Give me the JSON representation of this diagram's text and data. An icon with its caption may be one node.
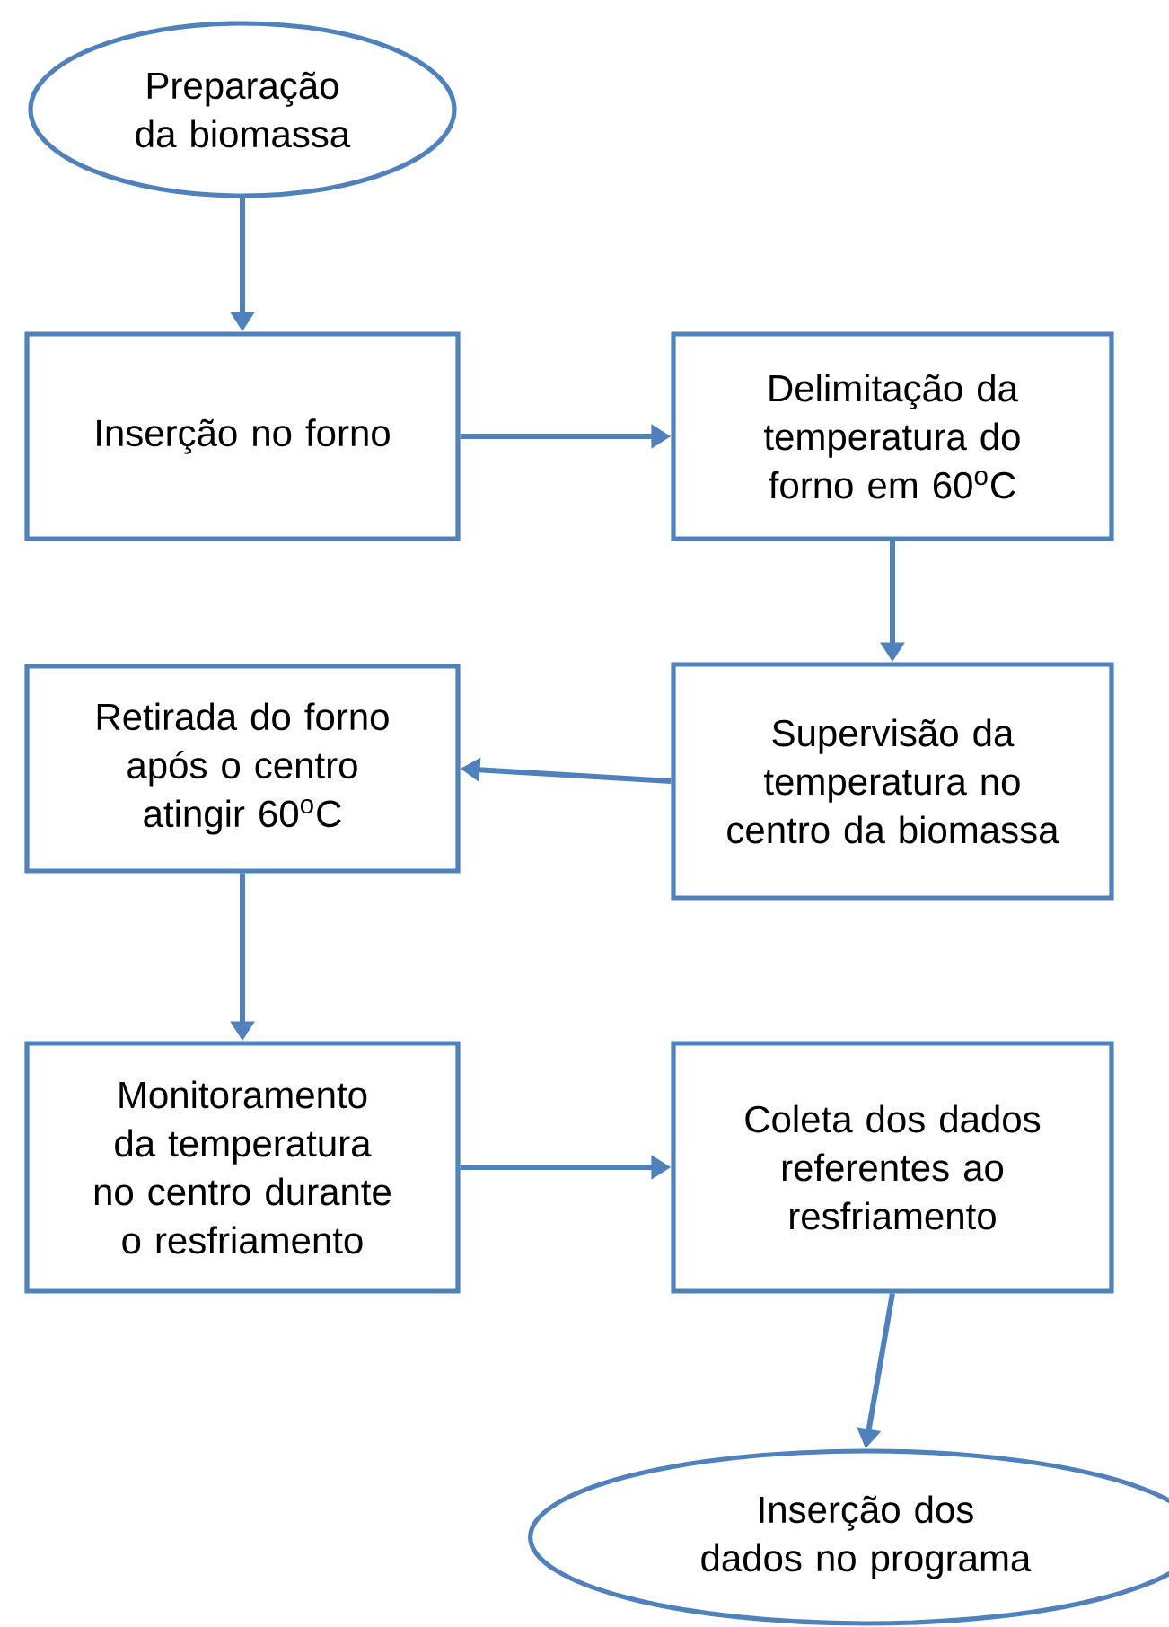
{
  "diagram": {
    "nodes": [
      {
        "text": [
          "Preparação da biomassa"
        ]
      },
      {
        "text": [
          "Inserção no forno"
        ]
      },
      {
        "text": [
          "Delimitação da temperatura do forno em 60$^{o}$C"
        ]
      },
      {
        "text": [
          "Supervisão da temperatura no centro da biomassa"
        ]
      },
      {
        "text": [
          "Retirada do forno após o centro atingir 60$^{o}$C"
        ]
      },
      {
        "text": [
          "Monitoramento da temperatura no centro durante o resfriamento"
        ]
      },
      {
        "text": [
          "Coleta dos dados referentes ao resfriamento"
        ]
      },
      {
        "text": [
          "Inserção dos dados no programa"
        ]
      }
    ],
    "edges": [
      {
        "from": 0,
        "to": 1,
        "arrow": "to"
      },
      {
        "from": 1,
        "to": 2,
        "arrow": "to"
      },
      {
        "from": 2,
        "to": 3,
        "arrow": "to"
      },
      {
        "from": 3,
        "to": 4,
        "arrow": "to"
      },
      {
        "from": 4,
        "to": 5,
        "arrow": "to"
      },
      {
        "from": 5,
        "to": 6,
        "arrow": "to"
      },
      {
        "from": 6,
        "to": 7,
        "arrow": "to"
      }
    ]
  }
}
